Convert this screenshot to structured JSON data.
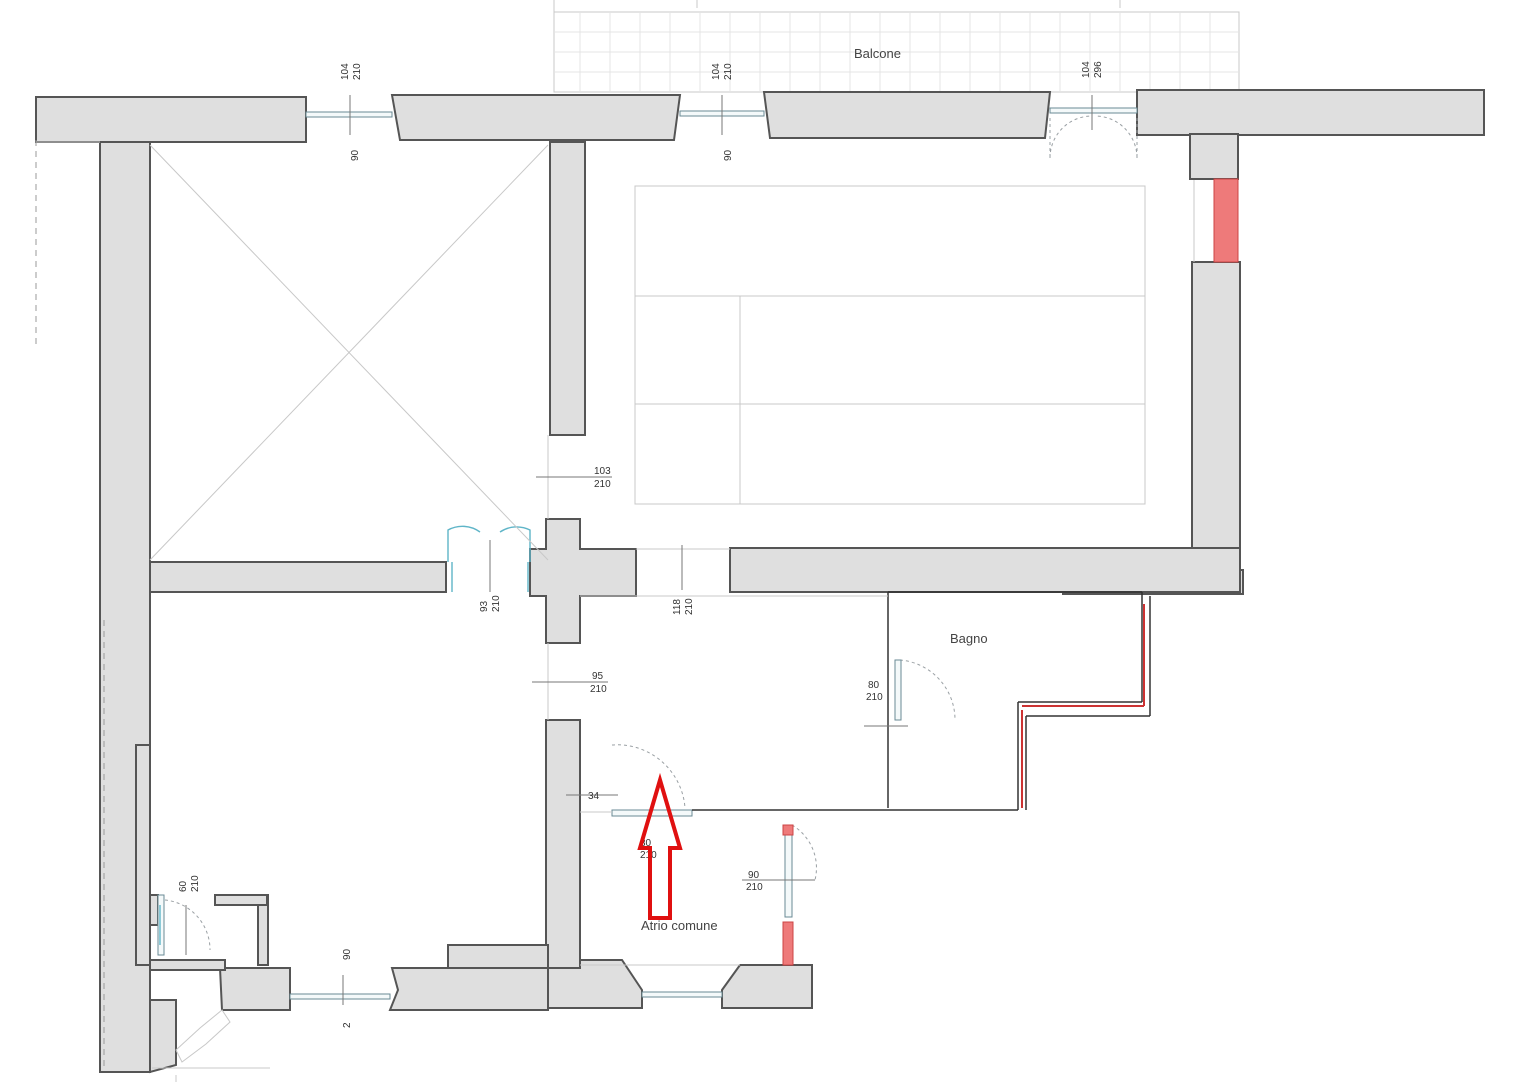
{
  "rooms": {
    "balcone": "Balcone",
    "bagno": "Bagno",
    "atrio": "Atrio comune"
  },
  "dims": {
    "w1_top": "104",
    "w1_bot": "210",
    "w1_depth": "90",
    "w2_top": "104",
    "w2_bot": "210",
    "w2_depth": "90",
    "w3_top": "104",
    "w3_bot": "296",
    "d103_top": "103",
    "d103_bot": "210",
    "d93_top": "93",
    "d93_bot": "210",
    "d118_top": "118",
    "d118_bot": "210",
    "d95_top": "95",
    "d95_bot": "210",
    "d80_top": "80",
    "d80_bot": "210",
    "d34": "34",
    "d80b_top": "80",
    "d80b_bot": "210",
    "d90_top": "90",
    "d90_bot": "210",
    "d60_top": "60",
    "d60_bot": "210",
    "w_bottom_90": "90",
    "w_bottom_2": "2"
  },
  "colors": {
    "wall_fill": "#dfdfdf",
    "arrow": "#e01010",
    "demolition": "#ee7a7a"
  }
}
